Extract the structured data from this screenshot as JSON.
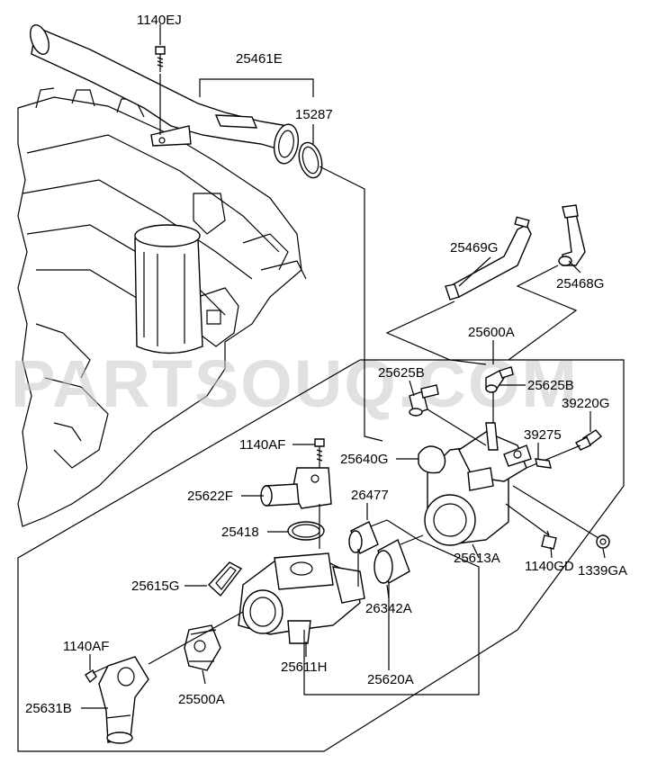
{
  "watermark": "PARTSOUQ.COM",
  "labels": {
    "p1140EJ": "1140EJ",
    "p25461E": "25461E",
    "p15287": "15287",
    "p25469G": "25469G",
    "p25468G": "25468G",
    "p25600A": "25600A",
    "p25625B_left": "25625B",
    "p25625B_right": "25625B",
    "p39220G": "39220G",
    "p1140AF_top": "1140AF",
    "p39275": "39275",
    "p25640G": "25640G",
    "p25622F": "25622F",
    "p26477": "26477",
    "p25418": "25418",
    "p25613A": "25613A",
    "p1140GD": "1140GD",
    "p1339GA": "1339GA",
    "p25615G": "25615G",
    "p26342A": "26342A",
    "p1140AF_bottom": "1140AF",
    "p25611H": "25611H",
    "p25620A": "25620A",
    "p25631B": "25631B",
    "p25500A": "25500A"
  },
  "colors": {
    "line": "#000000",
    "watermark": "#c8c8c8",
    "background": "#ffffff"
  }
}
